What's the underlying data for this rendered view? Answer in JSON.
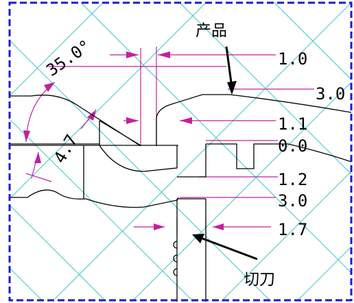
{
  "drawing": {
    "title": "",
    "colors": {
      "frame": "#1a1ad8",
      "outline": "#000000",
      "dimension": "#c21fa0",
      "hatch": "#3fc6cc",
      "background": "#ffffff"
    },
    "labels": {
      "product": "产品",
      "cutter": "切刀"
    },
    "dimensions": {
      "angle": "35.0°",
      "d_1_0": "1.0",
      "d_3_0_top": "3.0",
      "d_1_1": "1.1",
      "d_0_0": "0.0",
      "d_4_7": "4.7",
      "d_1_2": "1.2",
      "d_3_0_bottom": "3.0",
      "d_1_7": "1.7"
    }
  }
}
